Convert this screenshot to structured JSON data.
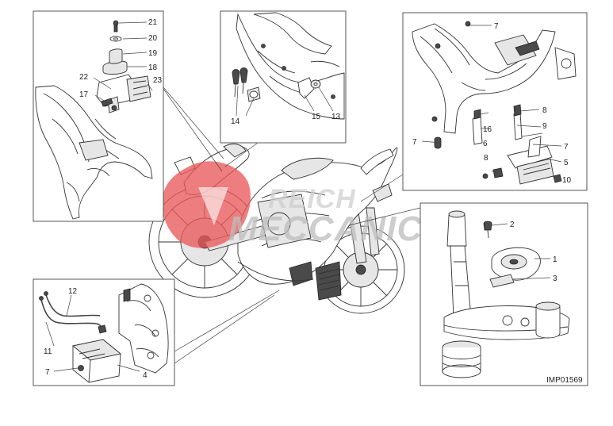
{
  "diagram": {
    "code": "IMP01569",
    "watermark": {
      "line1": "REICH",
      "line2": "MECCANICA",
      "colors": {
        "logo_red": "#e8585a",
        "text_gray": "#bdbdbd"
      }
    },
    "callouts": {
      "c1": "1",
      "c2": "2",
      "c3": "3",
      "c4": "4",
      "c5": "5",
      "c6": "6",
      "c7": "7",
      "c8": "8",
      "c9": "9",
      "c10": "10",
      "c11": "11",
      "c12": "12",
      "c13": "13",
      "c14": "14",
      "c15": "15",
      "c16": "16",
      "c17": "17",
      "c18": "18",
      "c19": "19",
      "c20": "20",
      "c21": "21",
      "c22": "22",
      "c23": "23"
    }
  }
}
